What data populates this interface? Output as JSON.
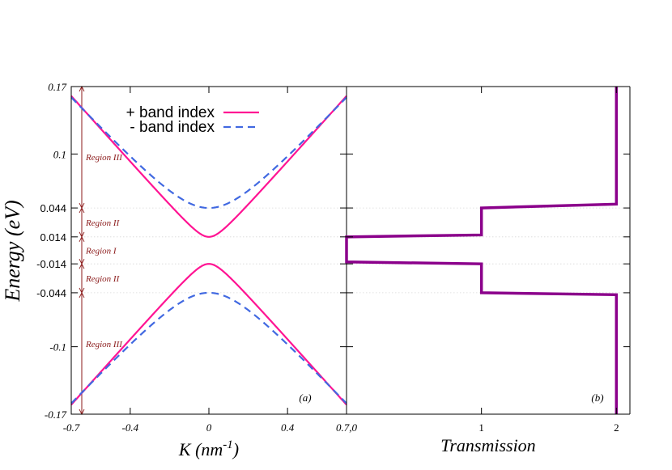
{
  "chart_data": [
    {
      "panel": "a",
      "type": "line",
      "panel_label": "(a)",
      "xlabel": "K (nm",
      "xlabel_sup": "-1",
      "xlabel_tail": ")",
      "ylabel": "Energy (eV)",
      "xlim": [
        -0.7,
        0.7
      ],
      "ylim": [
        -0.17,
        0.17
      ],
      "xticks": [
        -0.7,
        -0.4,
        0,
        0.4,
        0.7
      ],
      "xtick_labels": [
        "-0.7",
        "-0.4",
        "0",
        "0.4",
        "0.7,0"
      ],
      "yticks": [
        0.17,
        0.1,
        0.044,
        0.014,
        -0.014,
        -0.044,
        -0.1,
        -0.17
      ],
      "ytick_labels": [
        "0.17",
        "0.1",
        "0.044",
        "0.014",
        "-0.014",
        "-0.044",
        "-0.1",
        "-0.17"
      ],
      "italic_ticks": [
        0.17,
        0.1,
        -0.1,
        -0.17
      ],
      "dotted_guides_y": [
        0.044,
        0.014,
        -0.014,
        -0.044
      ],
      "series": [
        {
          "name": "+ band index",
          "color": "#ff1493",
          "style": "solid",
          "mass_gap": 0.014,
          "velocity": 0.228
        },
        {
          "name": "- band index",
          "color": "#4169e1",
          "style": "dashed",
          "mass_gap": 0.044,
          "velocity": 0.218
        }
      ],
      "regions": [
        {
          "label": "Region III",
          "from": 0.044,
          "to": 0.17
        },
        {
          "label": "Region II",
          "from": 0.014,
          "to": 0.044
        },
        {
          "label": "Region I",
          "from": -0.014,
          "to": 0.014
        },
        {
          "label": "Region II",
          "from": -0.044,
          "to": -0.014
        },
        {
          "label": "Region III",
          "from": -0.17,
          "to": -0.044
        }
      ],
      "region_color": "#8b1a1a"
    },
    {
      "panel": "b",
      "type": "line",
      "panel_label": "(b)",
      "xlabel": "Transmission",
      "xlim": [
        0,
        2.1
      ],
      "ylim": [
        -0.17,
        0.17
      ],
      "xticks": [
        1,
        2
      ],
      "xtick_labels": [
        "1",
        "2"
      ],
      "series": [
        {
          "name": "",
          "color": "#8b008b",
          "points": [
            [
              2,
              0.17
            ],
            [
              2,
              0.048
            ],
            [
              1,
              0.044
            ],
            [
              1,
              0.016
            ],
            [
              0,
              0.014
            ],
            [
              0,
              -0.012
            ],
            [
              1,
              -0.014
            ],
            [
              1,
              -0.044
            ],
            [
              2,
              -0.046
            ],
            [
              2,
              -0.17
            ]
          ]
        }
      ]
    }
  ]
}
